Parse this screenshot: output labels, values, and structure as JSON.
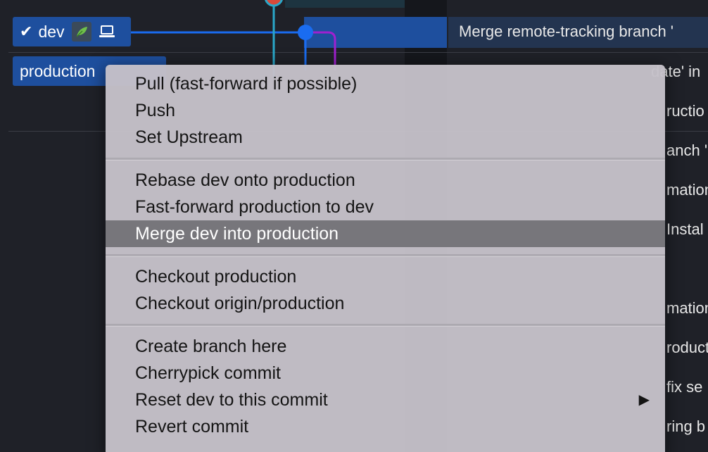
{
  "branches": {
    "dev": {
      "label": "dev",
      "check_icon": "check-icon",
      "icons": [
        "leaf-icon",
        "laptop-icon"
      ]
    },
    "production": {
      "label": "production"
    }
  },
  "commits": [
    {
      "message": "Merge remote-tracking branch '"
    },
    {
      "message": "date' in"
    },
    {
      "message": "ructio"
    },
    {
      "message": "anch '"
    },
    {
      "message": "mation"
    },
    {
      "message": "Instal"
    },
    {
      "message": "mation"
    },
    {
      "message": "roduct"
    },
    {
      "message": "fix se"
    },
    {
      "message": "ring b"
    }
  ],
  "colors": {
    "graph_blue": "#1a6cf0",
    "graph_cyan": "#2aa7c9",
    "graph_purple": "#a020d0",
    "branch_bg": "#1e4f9e",
    "menu_bg": "#c4c0c8",
    "menu_highlight": "#77767b"
  },
  "context_menu": {
    "groups": [
      [
        {
          "label": "Pull (fast-forward if possible)"
        },
        {
          "label": "Push"
        },
        {
          "label": "Set Upstream"
        }
      ],
      [
        {
          "label": "Rebase dev onto production"
        },
        {
          "label": "Fast-forward production to dev"
        },
        {
          "label": "Merge dev into production",
          "highlighted": true
        }
      ],
      [
        {
          "label": "Checkout production"
        },
        {
          "label": "Checkout origin/production"
        }
      ],
      [
        {
          "label": "Create branch here"
        },
        {
          "label": "Cherrypick commit"
        },
        {
          "label": "Reset dev to this commit",
          "submenu": true
        },
        {
          "label": "Revert commit"
        }
      ]
    ]
  }
}
